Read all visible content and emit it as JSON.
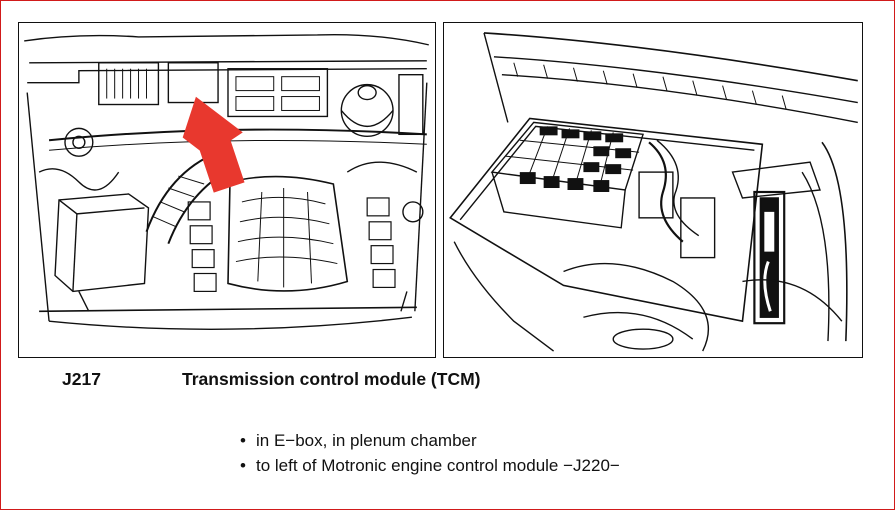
{
  "component": {
    "code": "J217",
    "title": "Transmission control module (TCM)"
  },
  "bullets": [
    "in E−box, in plenum chamber",
    "to left of Motronic engine control module −J220−"
  ],
  "colors": {
    "frame": "#d11a1a",
    "arrow": "#e8382e",
    "line_art": "#111111"
  }
}
